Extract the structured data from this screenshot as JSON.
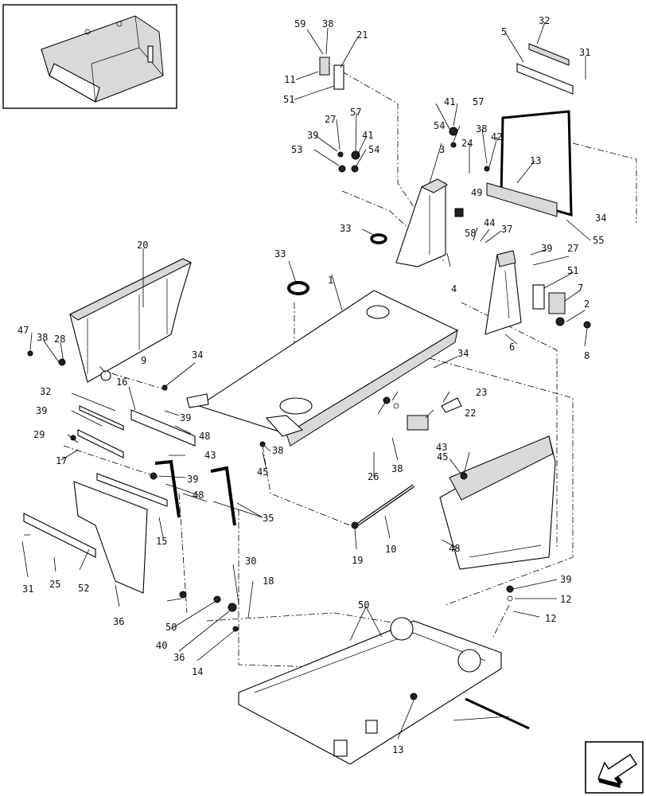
{
  "diagram": {
    "inset_view": "machine-overview-inset",
    "navigation_icon": "arrow-icon",
    "part_labels": [
      "59",
      "38",
      "21",
      "11",
      "51",
      "32",
      "5",
      "31",
      "41",
      "57",
      "27",
      "39",
      "57",
      "53",
      "41",
      "54",
      "54",
      "24",
      "38",
      "42",
      "13",
      "49",
      "3",
      "34",
      "55",
      "33",
      "58",
      "44",
      "37",
      "39",
      "27",
      "4",
      "51",
      "7",
      "2",
      "8",
      "20",
      "33",
      "1",
      "6",
      "47",
      "38",
      "28",
      "9",
      "34",
      "34",
      "32",
      "16",
      "39",
      "48",
      "39",
      "29",
      "17",
      "43",
      "39",
      "48",
      "23",
      "22",
      "38",
      "45",
      "26",
      "38",
      "45",
      "43",
      "15",
      "35",
      "31",
      "25",
      "52",
      "36",
      "50",
      "40",
      "36",
      "14",
      "30",
      "18",
      "19",
      "10",
      "48",
      "39",
      "12",
      "12",
      "50",
      "13"
    ]
  }
}
